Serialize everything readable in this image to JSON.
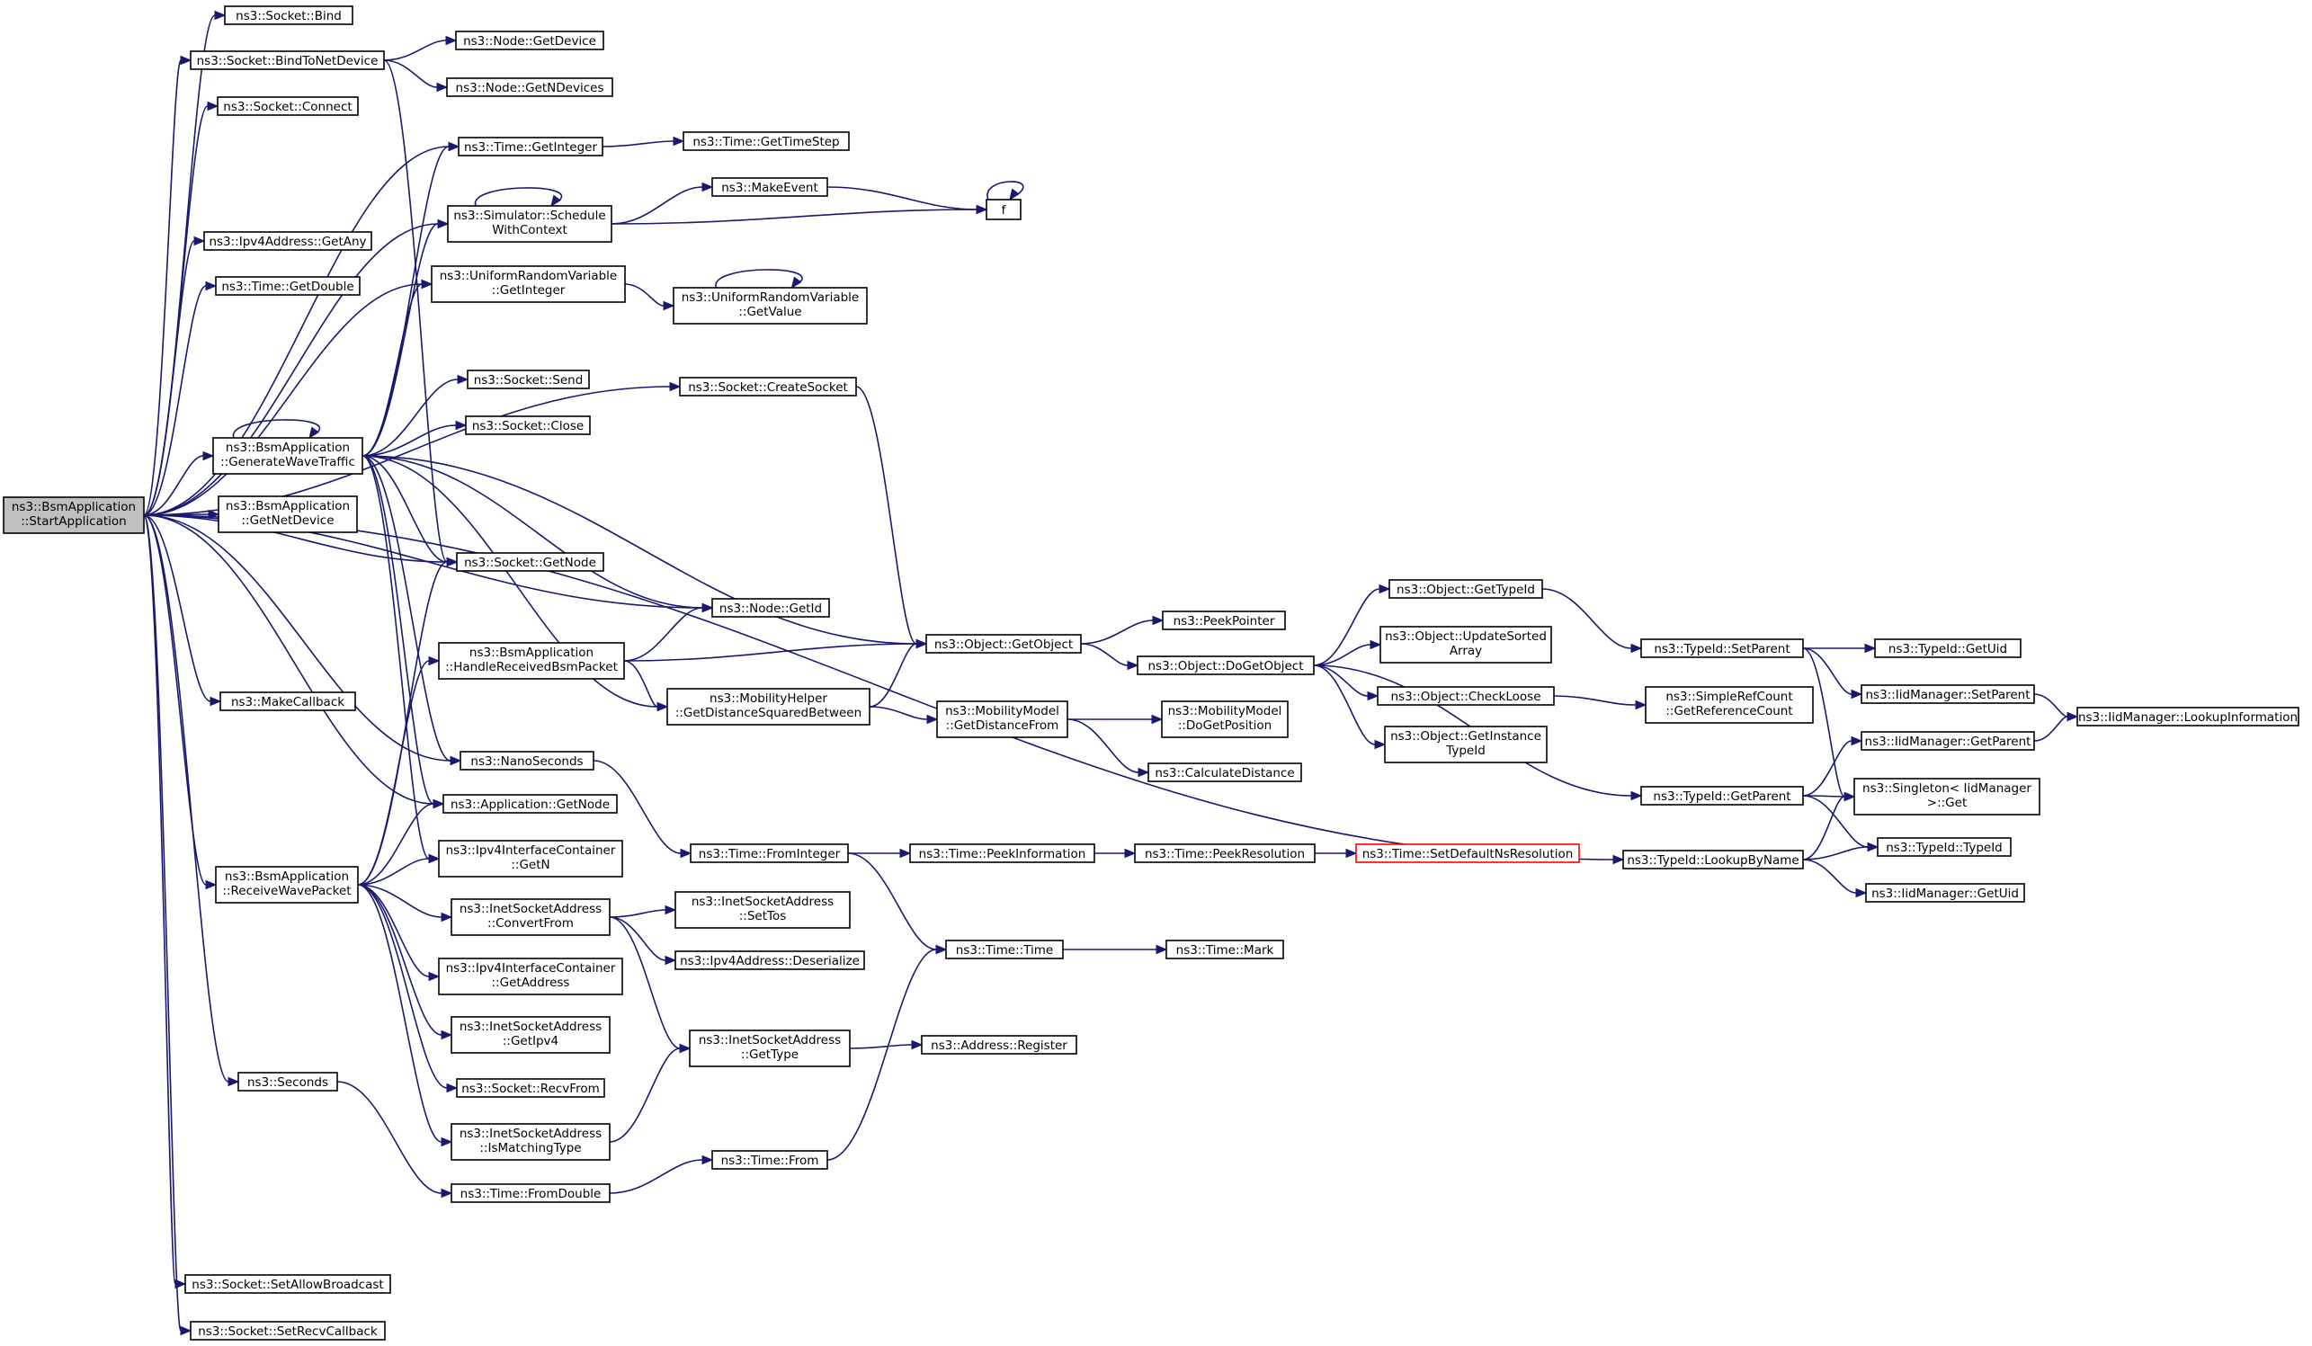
{
  "colors": {
    "edge": "#191970",
    "node_border": "#000000",
    "root_fill": "#bfbfbf",
    "truncated_border": "#ff0000",
    "background": "#ffffff"
  },
  "nodes": [
    {
      "id": "root",
      "lines": [
        "ns3::BsmApplication",
        "::StartApplication"
      ],
      "root": true
    },
    {
      "id": "sock_bind",
      "lines": [
        "ns3::Socket::Bind"
      ]
    },
    {
      "id": "sock_bindnd",
      "lines": [
        "ns3::Socket::BindToNetDevice"
      ]
    },
    {
      "id": "node_getdevice",
      "lines": [
        "ns3::Node::GetDevice"
      ]
    },
    {
      "id": "node_getndevices",
      "lines": [
        "ns3::Node::GetNDevices"
      ]
    },
    {
      "id": "sock_connect",
      "lines": [
        "ns3::Socket::Connect"
      ]
    },
    {
      "id": "time_getinteger",
      "lines": [
        "ns3::Time::GetInteger"
      ]
    },
    {
      "id": "time_gettimestep",
      "lines": [
        "ns3::Time::GetTimeStep"
      ]
    },
    {
      "id": "makeevent",
      "lines": [
        "ns3::MakeEvent"
      ]
    },
    {
      "id": "f",
      "lines": [
        "f"
      ]
    },
    {
      "id": "sim_schedule",
      "lines": [
        "ns3::Simulator::Schedule",
        "WithContext"
      ]
    },
    {
      "id": "ipv4_getany",
      "lines": [
        "ns3::Ipv4Address::GetAny"
      ]
    },
    {
      "id": "time_getdouble",
      "lines": [
        "ns3::Time::GetDouble"
      ]
    },
    {
      "id": "urv_getinteger",
      "lines": [
        "ns3::UniformRandomVariable",
        "::GetInteger"
      ]
    },
    {
      "id": "urv_getvalue",
      "lines": [
        "ns3::UniformRandomVariable",
        "::GetValue"
      ]
    },
    {
      "id": "sock_send",
      "lines": [
        "ns3::Socket::Send"
      ]
    },
    {
      "id": "sock_createsocket",
      "lines": [
        "ns3::Socket::CreateSocket"
      ]
    },
    {
      "id": "sock_close",
      "lines": [
        "ns3::Socket::Close"
      ]
    },
    {
      "id": "bsm_genwave",
      "lines": [
        "ns3::BsmApplication",
        "::GenerateWaveTraffic"
      ]
    },
    {
      "id": "bsm_getnetdevice",
      "lines": [
        "ns3::BsmApplication",
        "::GetNetDevice"
      ]
    },
    {
      "id": "sock_getnode",
      "lines": [
        "ns3::Socket::GetNode"
      ]
    },
    {
      "id": "node_getid",
      "lines": [
        "ns3::Node::GetId"
      ]
    },
    {
      "id": "peekpointer",
      "lines": [
        "ns3::PeekPointer"
      ]
    },
    {
      "id": "obj_getobject",
      "lines": [
        "ns3::Object::GetObject"
      ]
    },
    {
      "id": "bsm_handlerecv",
      "lines": [
        "ns3::BsmApplication",
        "::HandleReceivedBsmPacket"
      ]
    },
    {
      "id": "obj_dogetobject",
      "lines": [
        "ns3::Object::DoGetObject"
      ]
    },
    {
      "id": "obj_gettypeid",
      "lines": [
        "ns3::Object::GetTypeId"
      ]
    },
    {
      "id": "obj_updatesorted",
      "lines": [
        "ns3::Object::UpdateSorted",
        "Array"
      ]
    },
    {
      "id": "obj_checkloose",
      "lines": [
        "ns3::Object::CheckLoose"
      ]
    },
    {
      "id": "obj_getinstance",
      "lines": [
        "ns3::Object::GetInstance",
        "TypeId"
      ]
    },
    {
      "id": "typeid_setparent",
      "lines": [
        "ns3::TypeId::SetParent"
      ]
    },
    {
      "id": "typeid_getuid",
      "lines": [
        "ns3::TypeId::GetUid"
      ]
    },
    {
      "id": "iid_setparent",
      "lines": [
        "ns3::IidManager::SetParent"
      ]
    },
    {
      "id": "iid_lookupinfo",
      "lines": [
        "ns3::IidManager::LookupInformation"
      ]
    },
    {
      "id": "src_getrefcount",
      "lines": [
        "ns3::SimpleRefCount",
        "::GetReferenceCount"
      ]
    },
    {
      "id": "iid_getparent",
      "lines": [
        "ns3::IidManager::GetParent"
      ]
    },
    {
      "id": "singleton_get",
      "lines": [
        "ns3::Singleton< IidManager",
        " >::Get"
      ]
    },
    {
      "id": "typeid_getparent",
      "lines": [
        "ns3::TypeId::GetParent"
      ]
    },
    {
      "id": "typeid_typeid",
      "lines": [
        "ns3::TypeId::TypeId"
      ]
    },
    {
      "id": "typeid_lookupbyname",
      "lines": [
        "ns3::TypeId::LookupByName"
      ]
    },
    {
      "id": "iid_getuid",
      "lines": [
        "ns3::IidManager::GetUid"
      ]
    },
    {
      "id": "makecallback",
      "lines": [
        "ns3::MakeCallback"
      ]
    },
    {
      "id": "mob_getdistsq",
      "lines": [
        "ns3::MobilityHelper",
        "::GetDistanceSquaredBetween"
      ]
    },
    {
      "id": "mm_getdistfrom",
      "lines": [
        "ns3::MobilityModel",
        "::GetDistanceFrom"
      ]
    },
    {
      "id": "mm_dogetpos",
      "lines": [
        "ns3::MobilityModel",
        "::DoGetPosition"
      ]
    },
    {
      "id": "calcdistance",
      "lines": [
        "ns3::CalculateDistance"
      ]
    },
    {
      "id": "nanoseconds",
      "lines": [
        "ns3::NanoSeconds"
      ]
    },
    {
      "id": "app_getnode",
      "lines": [
        "ns3::Application::GetNode"
      ]
    },
    {
      "id": "bsm_recvwave",
      "lines": [
        "ns3::BsmApplication",
        "::ReceiveWavePacket"
      ]
    },
    {
      "id": "ipv4ic_getn",
      "lines": [
        "ns3::Ipv4InterfaceContainer",
        "::GetN"
      ]
    },
    {
      "id": "time_frominteger",
      "lines": [
        "ns3::Time::FromInteger"
      ]
    },
    {
      "id": "time_peekinfo",
      "lines": [
        "ns3::Time::PeekInformation"
      ]
    },
    {
      "id": "time_peekres",
      "lines": [
        "ns3::Time::PeekResolution"
      ]
    },
    {
      "id": "time_setdefault",
      "lines": [
        "ns3::Time::SetDefaultNsResolution"
      ],
      "truncated": true
    },
    {
      "id": "isa_convertfrom",
      "lines": [
        "ns3::InetSocketAddress",
        "::ConvertFrom"
      ]
    },
    {
      "id": "isa_settos",
      "lines": [
        "ns3::InetSocketAddress",
        "::SetTos"
      ]
    },
    {
      "id": "ipv4_deserialize",
      "lines": [
        "ns3::Ipv4Address::Deserialize"
      ]
    },
    {
      "id": "time_time",
      "lines": [
        "ns3::Time::Time"
      ]
    },
    {
      "id": "time_mark",
      "lines": [
        "ns3::Time::Mark"
      ]
    },
    {
      "id": "ipv4ic_getaddress",
      "lines": [
        "ns3::Ipv4InterfaceContainer",
        "::GetAddress"
      ]
    },
    {
      "id": "isa_getipv4",
      "lines": [
        "ns3::InetSocketAddress",
        "::GetIpv4"
      ]
    },
    {
      "id": "isa_gettype",
      "lines": [
        "ns3::InetSocketAddress",
        "::GetType"
      ]
    },
    {
      "id": "addr_register",
      "lines": [
        "ns3::Address::Register"
      ]
    },
    {
      "id": "sock_recvfrom",
      "lines": [
        "ns3::Socket::RecvFrom"
      ]
    },
    {
      "id": "seconds",
      "lines": [
        "ns3::Seconds"
      ]
    },
    {
      "id": "isa_ismatching",
      "lines": [
        "ns3::InetSocketAddress",
        "::IsMatchingType"
      ]
    },
    {
      "id": "time_from",
      "lines": [
        "ns3::Time::From"
      ]
    },
    {
      "id": "time_fromdouble",
      "lines": [
        "ns3::Time::FromDouble"
      ]
    },
    {
      "id": "sock_setallowbc",
      "lines": [
        "ns3::Socket::SetAllowBroadcast"
      ]
    },
    {
      "id": "sock_setrecvcb",
      "lines": [
        "ns3::Socket::SetRecvCallback"
      ]
    }
  ],
  "edges": [
    [
      "root",
      "sock_bind"
    ],
    [
      "root",
      "sock_bindnd"
    ],
    [
      "root",
      "sock_connect"
    ],
    [
      "root",
      "time_getinteger"
    ],
    [
      "root",
      "sim_schedule"
    ],
    [
      "root",
      "ipv4_getany"
    ],
    [
      "root",
      "time_getdouble"
    ],
    [
      "root",
      "urv_getinteger"
    ],
    [
      "root",
      "sock_createsocket"
    ],
    [
      "root",
      "bsm_genwave"
    ],
    [
      "root",
      "bsm_getnetdevice"
    ],
    [
      "root",
      "sock_getnode"
    ],
    [
      "root",
      "node_getid"
    ],
    [
      "root",
      "makecallback"
    ],
    [
      "root",
      "nanoseconds"
    ],
    [
      "root",
      "app_getnode"
    ],
    [
      "root",
      "bsm_recvwave"
    ],
    [
      "root",
      "seconds"
    ],
    [
      "root",
      "typeid_lookupbyname"
    ],
    [
      "root",
      "sock_setallowbc"
    ],
    [
      "root",
      "sock_setrecvcb"
    ],
    [
      "sock_bindnd",
      "node_getdevice"
    ],
    [
      "sock_bindnd",
      "node_getndevices"
    ],
    [
      "sock_bindnd",
      "sock_getnode"
    ],
    [
      "time_getinteger",
      "time_gettimestep"
    ],
    [
      "sim_schedule",
      "makeevent"
    ],
    [
      "sim_schedule",
      "f"
    ],
    [
      "sim_schedule",
      "sim_schedule"
    ],
    [
      "makeevent",
      "f"
    ],
    [
      "f",
      "f"
    ],
    [
      "urv_getinteger",
      "urv_getvalue"
    ],
    [
      "urv_getvalue",
      "urv_getvalue"
    ],
    [
      "sock_createsocket",
      "obj_getobject"
    ],
    [
      "bsm_genwave",
      "bsm_genwave"
    ],
    [
      "bsm_genwave",
      "time_getinteger"
    ],
    [
      "bsm_genwave",
      "sim_schedule"
    ],
    [
      "bsm_genwave",
      "urv_getinteger"
    ],
    [
      "bsm_genwave",
      "sock_send"
    ],
    [
      "bsm_genwave",
      "sock_close"
    ],
    [
      "bsm_genwave",
      "obj_getobject"
    ],
    [
      "bsm_genwave",
      "sock_getnode"
    ],
    [
      "bsm_genwave",
      "node_getid"
    ],
    [
      "bsm_genwave",
      "mob_getdistsq"
    ],
    [
      "bsm_genwave",
      "nanoseconds"
    ],
    [
      "bsm_genwave",
      "app_getnode"
    ],
    [
      "bsm_genwave",
      "ipv4ic_getn"
    ],
    [
      "obj_getobject",
      "peekpointer"
    ],
    [
      "obj_getobject",
      "obj_dogetobject"
    ],
    [
      "obj_dogetobject",
      "obj_gettypeid"
    ],
    [
      "obj_dogetobject",
      "obj_updatesorted"
    ],
    [
      "obj_dogetobject",
      "obj_checkloose"
    ],
    [
      "obj_dogetobject",
      "obj_getinstance"
    ],
    [
      "obj_dogetobject",
      "typeid_getparent"
    ],
    [
      "obj_gettypeid",
      "typeid_setparent"
    ],
    [
      "typeid_setparent",
      "typeid_getuid"
    ],
    [
      "typeid_setparent",
      "iid_setparent"
    ],
    [
      "typeid_setparent",
      "singleton_get"
    ],
    [
      "iid_setparent",
      "iid_lookupinfo"
    ],
    [
      "iid_getparent",
      "iid_lookupinfo"
    ],
    [
      "obj_checkloose",
      "src_getrefcount"
    ],
    [
      "typeid_getparent",
      "iid_getparent"
    ],
    [
      "typeid_getparent",
      "singleton_get"
    ],
    [
      "typeid_getparent",
      "typeid_typeid"
    ],
    [
      "typeid_lookupbyname",
      "singleton_get"
    ],
    [
      "typeid_lookupbyname",
      "typeid_typeid"
    ],
    [
      "typeid_lookupbyname",
      "iid_getuid"
    ],
    [
      "bsm_handlerecv",
      "node_getid"
    ],
    [
      "bsm_handlerecv",
      "obj_getobject"
    ],
    [
      "bsm_handlerecv",
      "mob_getdistsq"
    ],
    [
      "mob_getdistsq",
      "obj_getobject"
    ],
    [
      "mob_getdistsq",
      "mm_getdistfrom"
    ],
    [
      "mm_getdistfrom",
      "mm_dogetpos"
    ],
    [
      "mm_getdistfrom",
      "calcdistance"
    ],
    [
      "nanoseconds",
      "time_frominteger"
    ],
    [
      "time_frominteger",
      "time_peekinfo"
    ],
    [
      "time_frominteger",
      "time_time"
    ],
    [
      "time_peekinfo",
      "time_peekres"
    ],
    [
      "time_peekres",
      "time_setdefault"
    ],
    [
      "time_time",
      "time_mark"
    ],
    [
      "bsm_recvwave",
      "sock_getnode"
    ],
    [
      "bsm_recvwave",
      "bsm_handlerecv"
    ],
    [
      "bsm_recvwave",
      "app_getnode"
    ],
    [
      "bsm_recvwave",
      "ipv4ic_getn"
    ],
    [
      "bsm_recvwave",
      "isa_convertfrom"
    ],
    [
      "bsm_recvwave",
      "ipv4ic_getaddress"
    ],
    [
      "bsm_recvwave",
      "isa_getipv4"
    ],
    [
      "bsm_recvwave",
      "sock_recvfrom"
    ],
    [
      "bsm_recvwave",
      "isa_ismatching"
    ],
    [
      "isa_convertfrom",
      "isa_settos"
    ],
    [
      "isa_convertfrom",
      "ipv4_deserialize"
    ],
    [
      "isa_convertfrom",
      "isa_gettype"
    ],
    [
      "isa_gettype",
      "addr_register"
    ],
    [
      "isa_ismatching",
      "isa_gettype"
    ],
    [
      "seconds",
      "time_fromdouble"
    ],
    [
      "time_fromdouble",
      "time_from"
    ],
    [
      "time_from",
      "time_time"
    ]
  ]
}
